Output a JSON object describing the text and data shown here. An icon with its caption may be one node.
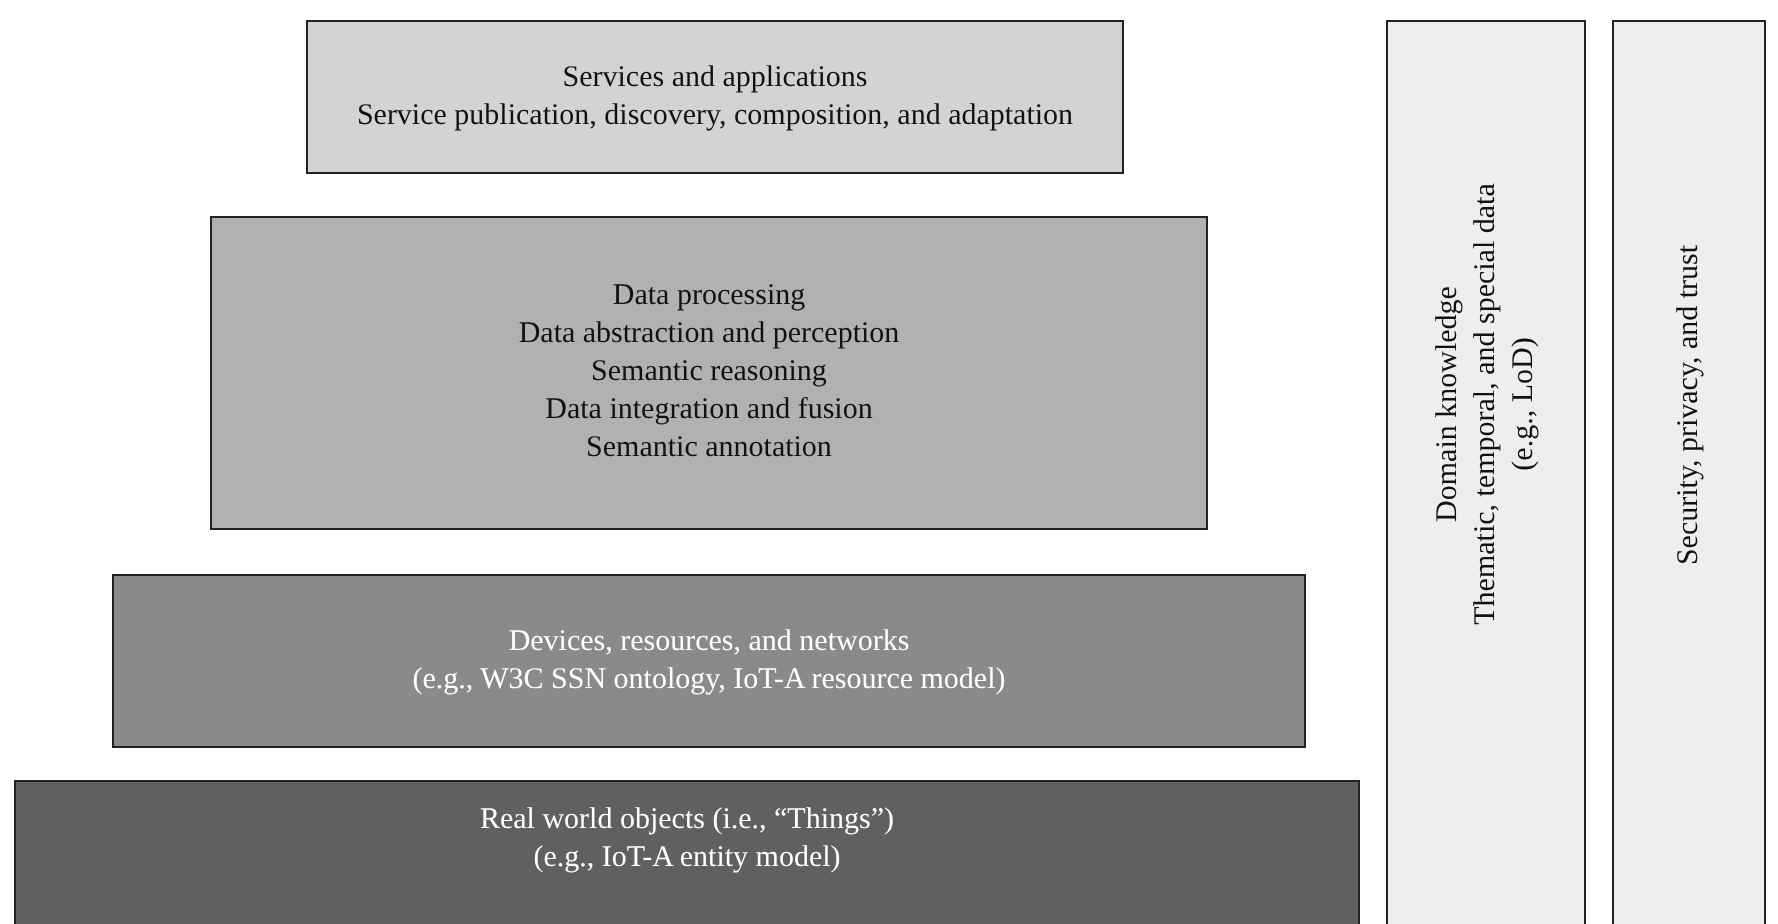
{
  "diagram": {
    "nodes": [
      {
        "text": [
          "Services and applications",
          "Service publication, discovery, composition, and adaptation"
        ]
      },
      {
        "text": [
          "Data processing",
          "Data abstraction and perception",
          "Semantic reasoning",
          "Data integration and fusion",
          "Semantic annotation"
        ]
      },
      {
        "text": [
          "Devices, resources, and networks",
          "(e.g., W3C SSN ontology, IoT-A resource model)"
        ]
      },
      {
        "text": [
          "Real world objects (i.e., “Things”)",
          "(e.g., IoT-A entity model)"
        ]
      },
      {
        "text": [
          "Domain knowledge",
          "Thematic, temporal, and special data",
          "(e.g., LoD)"
        ]
      },
      {
        "text": [
          "Security, privacy, and trust"
        ]
      }
    ]
  }
}
